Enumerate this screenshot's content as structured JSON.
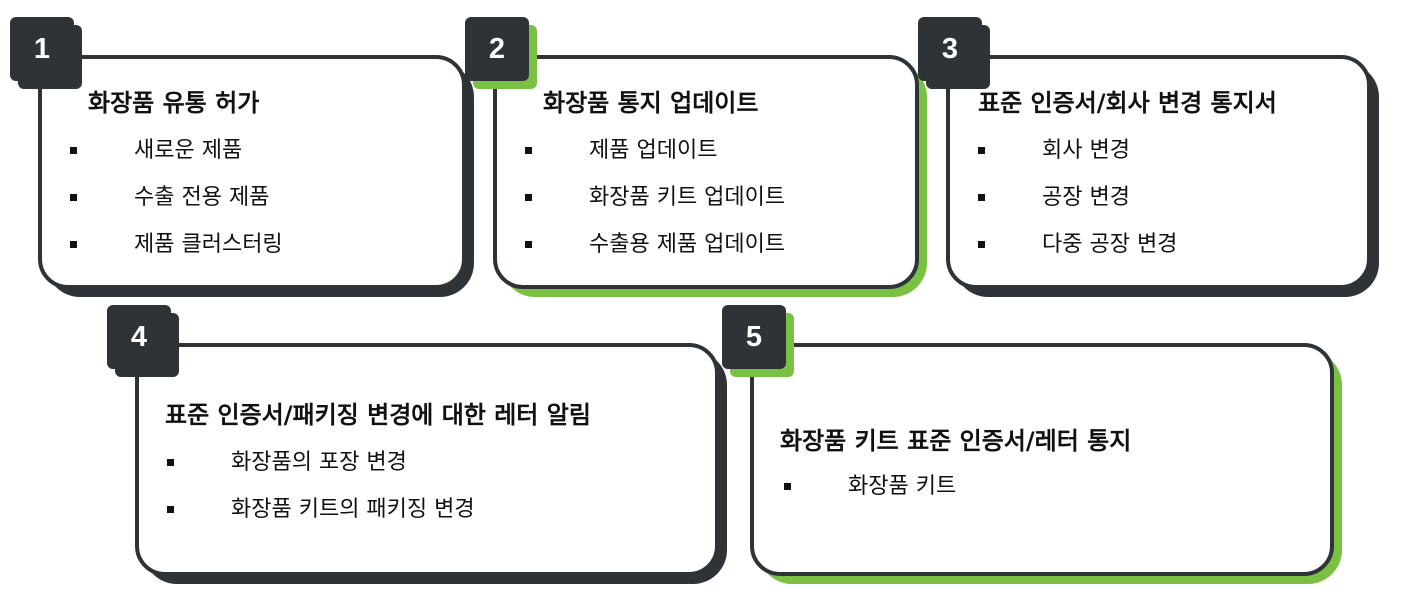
{
  "cards": [
    {
      "number": "1",
      "title": "화장품 유통 허가",
      "items": [
        "새로운 제품",
        "수출 전용 제품",
        "제품 클러스터링"
      ]
    },
    {
      "number": "2",
      "title": "화장품 통지 업데이트",
      "items": [
        "제품 업데이트",
        "화장품 키트 업데이트",
        "수출용 제품 업데이트"
      ]
    },
    {
      "number": "3",
      "title": "표준 인증서/회사 변경 통지서",
      "items": [
        "회사 변경",
        "공장 변경",
        "다중 공장 변경"
      ]
    },
    {
      "number": "4",
      "title": "표준 인증서/패키징 변경에 대한 레터 알림",
      "items": [
        "화장품의 포장 변경",
        "화장품 키트의 패키징 변경"
      ]
    },
    {
      "number": "5",
      "title": "화장품 키트 표준 인증서/레터 통지",
      "items": [
        "화장품 키트"
      ]
    }
  ],
  "colors": {
    "dark": "#2e3338",
    "accent": "#7ac143"
  }
}
